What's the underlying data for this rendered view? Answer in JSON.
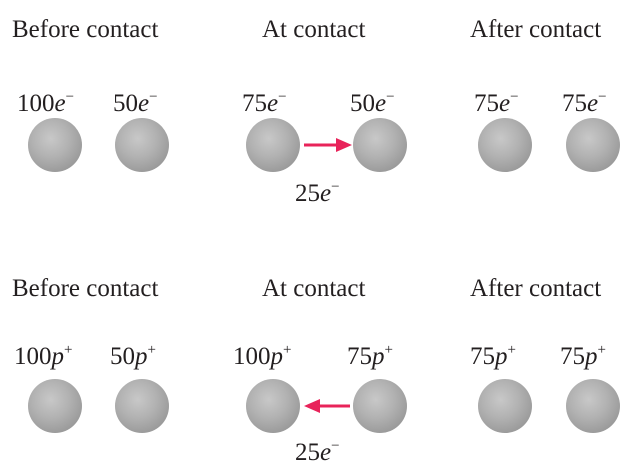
{
  "rows": [
    {
      "headers": {
        "before": "Before contact",
        "at": "At contact",
        "after": "After contact"
      },
      "before": [
        {
          "num": "100",
          "sym": "e",
          "sign": "−"
        },
        {
          "num": "50",
          "sym": "e",
          "sign": "−"
        }
      ],
      "at": [
        {
          "num": "75",
          "sym": "e",
          "sign": "−"
        },
        {
          "num": "50",
          "sym": "e",
          "sign": "−"
        }
      ],
      "after": [
        {
          "num": "75",
          "sym": "e",
          "sign": "−"
        },
        {
          "num": "75",
          "sym": "e",
          "sign": "−"
        }
      ],
      "transfer": {
        "num": "25",
        "sym": "e",
        "sign": "−",
        "direction": "left-to-right"
      }
    },
    {
      "headers": {
        "before": "Before contact",
        "at": "At contact",
        "after": "After contact"
      },
      "before": [
        {
          "num": "100",
          "sym": "p",
          "sign": "+"
        },
        {
          "num": "50",
          "sym": "p",
          "sign": "+"
        }
      ],
      "at": [
        {
          "num": "100",
          "sym": "p",
          "sign": "+"
        },
        {
          "num": "75",
          "sym": "p",
          "sign": "+"
        }
      ],
      "after": [
        {
          "num": "75",
          "sym": "p",
          "sign": "+"
        },
        {
          "num": "75",
          "sym": "p",
          "sign": "+"
        }
      ],
      "transfer": {
        "num": "25",
        "sym": "e",
        "sign": "−",
        "direction": "right-to-left"
      }
    }
  ],
  "colors": {
    "arrow": "#e8235a",
    "sphere": "#a8a8a8",
    "text": "#231f20"
  }
}
